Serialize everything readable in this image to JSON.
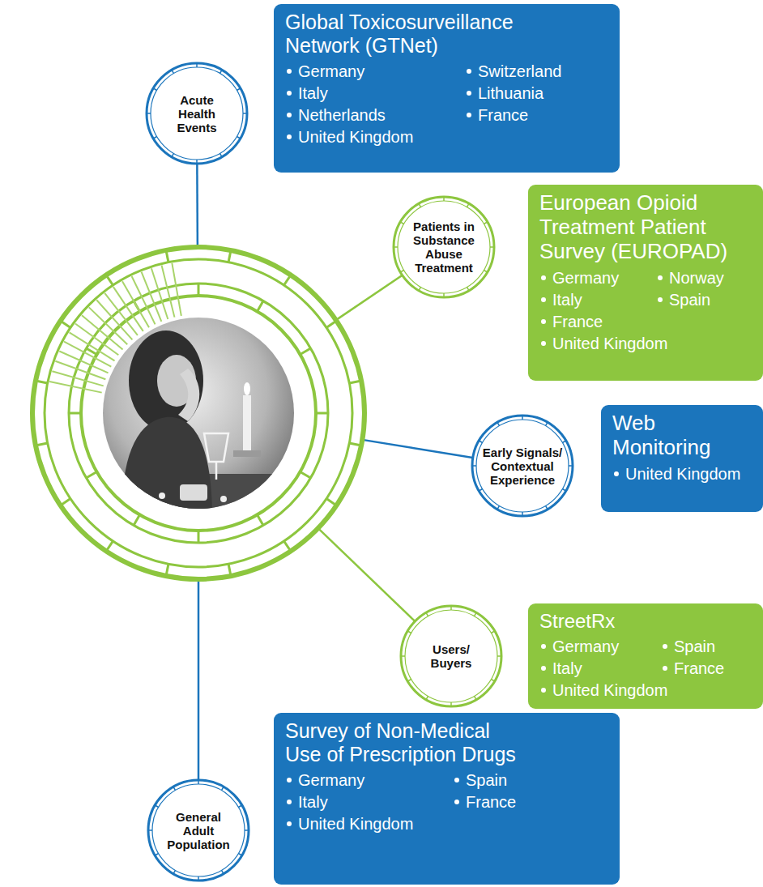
{
  "diagram": {
    "nodes": [
      {
        "text": [
          "Acute Health Events"
        ]
      },
      {
        "text": [
          "Global Toxicosurveillance Network (GTNet)",
          "Germany",
          "Switzerland",
          "Italy",
          "Lithuania",
          "Netherlands",
          "France",
          "United Kingdom"
        ]
      },
      {
        "text": [
          "Patients in Substance Abuse Treatment"
        ]
      },
      {
        "text": [
          "European Opioid Treatment Patient Survey (EUROPAD)",
          "Germany",
          "Norway",
          "Italy",
          "Spain",
          "France",
          "United Kingdom"
        ]
      },
      {
        "text": [
          "Early Signals/ Contextual Experience"
        ]
      },
      {
        "text": [
          "Web Monitoring",
          "United Kingdom"
        ]
      },
      {
        "text": [
          "Users/ Buyers"
        ]
      },
      {
        "text": [
          "StreetRx",
          "Germany",
          "Spain",
          "Italy",
          "France",
          "United Kingdom"
        ]
      },
      {
        "text": [
          "General Adult Population"
        ]
      },
      {
        "text": [
          "Survey of Non-Medical Use of Prescription Drugs",
          "Germany",
          "Spain",
          "Italy",
          "France",
          "United Kingdom"
        ]
      }
    ]
  }
}
